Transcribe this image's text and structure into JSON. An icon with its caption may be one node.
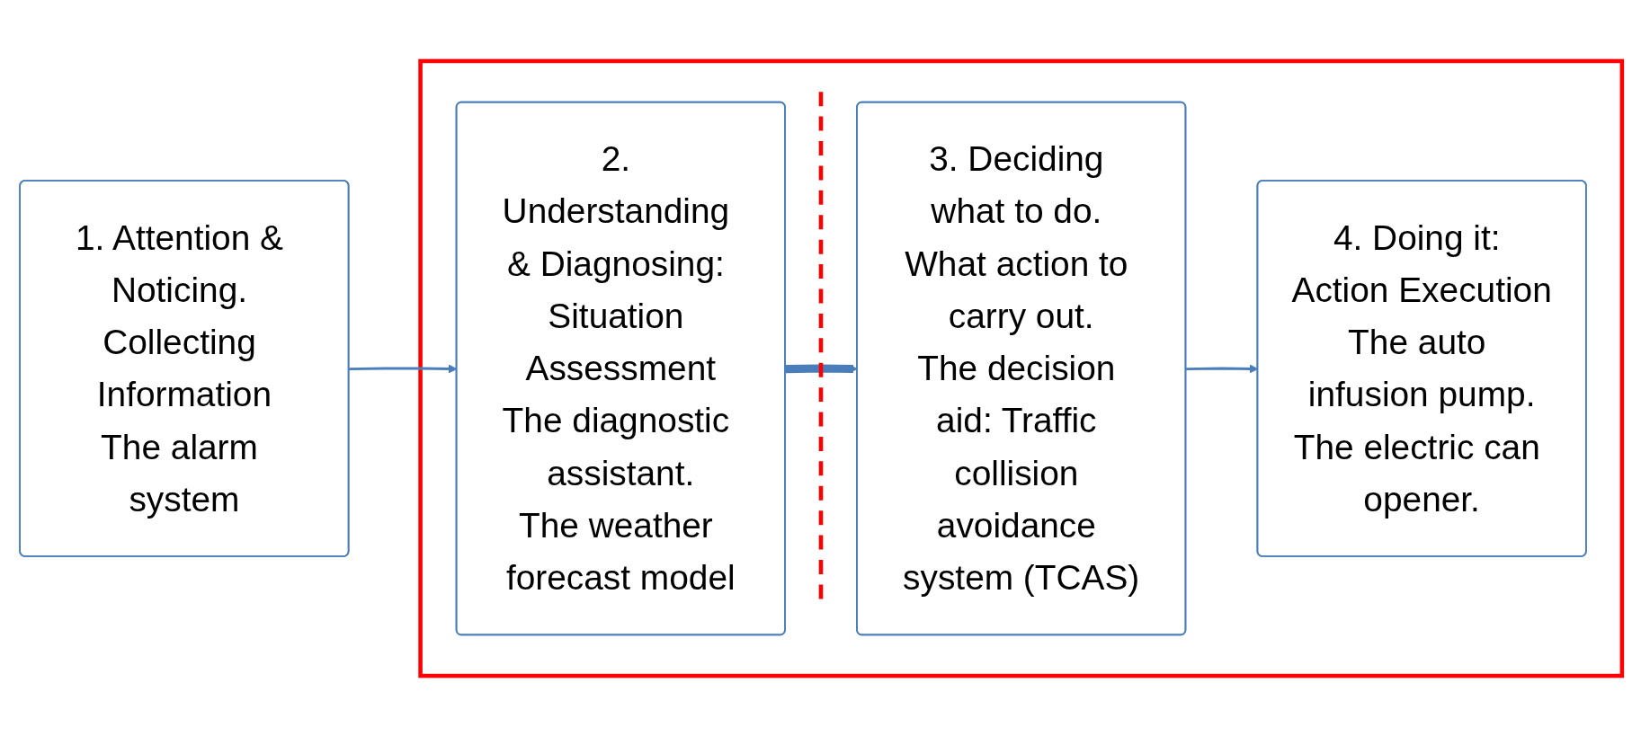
{
  "diagram": {
    "nodes": [
      {
        "text": [
          "1. Attention & Noticing. Collecting Information",
          "The alarm system"
        ]
      },
      {
        "text": [],
        "shape": "box"
      },
      {
        "text": [
          "2. Understanding & Diagnosing: Situation Assessment",
          "The diagnostic assistant.",
          "The weather forecast model"
        ],
        "in": 1
      },
      {
        "text": [
          "3. Deciding what to do. What action to carry out.",
          "The decision aid: Traffic collision avoidance system (TCAS)"
        ],
        "in": 1
      },
      {
        "text": [
          "4. Doing it: Action Execution",
          "The auto infusion pump.",
          "The electric can opener."
        ],
        "in": 1
      }
    ],
    "edges": [
      {
        "from": 0,
        "to": 2,
        "arrow": "to"
      },
      {
        "from": 2,
        "to": 3,
        "arrow": "to",
        "style": "thick"
      },
      {
        "from": 3,
        "to": 4,
        "arrow": "to"
      }
    ]
  }
}
